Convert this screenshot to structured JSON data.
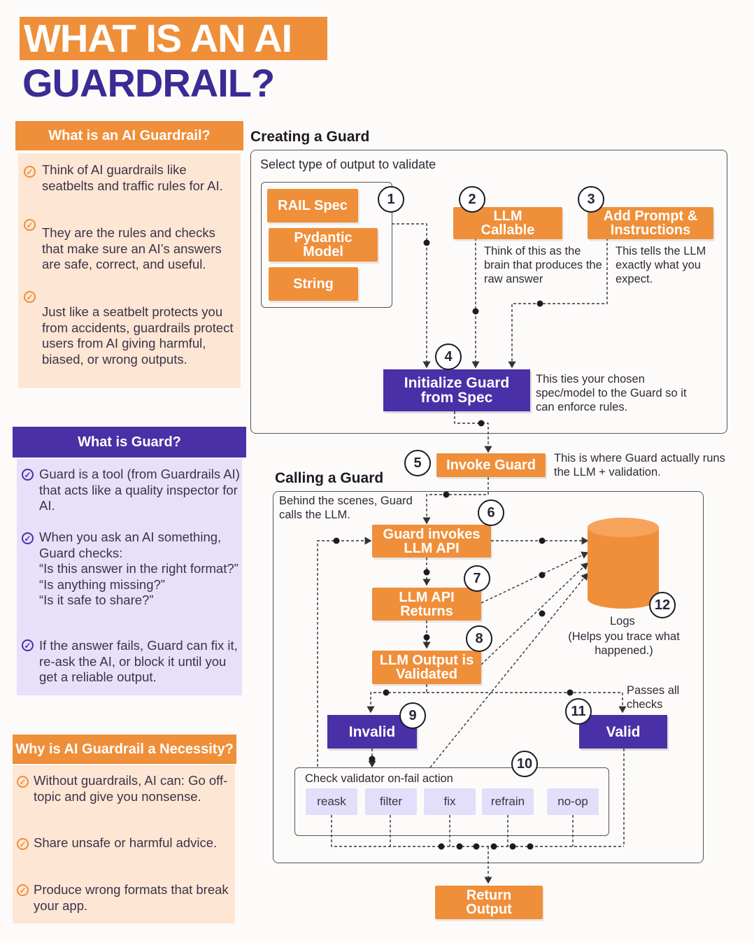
{
  "title": {
    "line1": "WHAT IS AN AI",
    "line2": "GUARDRAIL?"
  },
  "panels": {
    "what_is_guardrail": {
      "heading": "What is an AI Guardrail?",
      "bullets": [
        "Think of AI guardrails like seatbelts and traffic rules for AI.",
        "They are the rules and checks that make sure an AI’s answers are safe, correct, and useful.",
        "Just like a seatbelt protects you from accidents, guardrails protect users from AI giving harmful, biased, or wrong outputs."
      ]
    },
    "what_is_guard": {
      "heading": "What is Guard?",
      "bullets": [
        "Guard is a tool (from Guardrails AI) that acts like a quality inspector for AI.",
        "When you ask an AI something, Guard checks:\n“Is this answer in the right format?”\n“Is anything missing?”\n“Is it safe to share?”",
        "If the answer fails, Guard can fix it, re-ask the AI, or block it until you get a reliable output."
      ]
    },
    "why_necessity": {
      "heading": "Why is AI Guardrail a Necessity?",
      "bullets": [
        "Without guardrails, AI can: Go off-topic and give you nonsense.",
        "Share unsafe or harmful advice.",
        "Produce wrong formats that break your app."
      ]
    }
  },
  "creating": {
    "title": "Creating a Guard",
    "subtitle": "Select type of output to validate",
    "options": [
      "RAIL Spec",
      "Pydantic Model",
      "String"
    ],
    "llm_callable": "LLM Callable",
    "llm_callable_note": "Think of this as the brain that produces the raw answer",
    "add_prompt": "Add Prompt & Instructions",
    "add_prompt_note": "This tells the LLM exactly what you expect.",
    "init_guard": "Initialize Guard from Spec",
    "init_guard_note": "This ties your chosen spec/model to the Guard so it can enforce rules."
  },
  "invoke": {
    "label": "Invoke Guard",
    "note": "This is where Guard actually runs the LLM + validation."
  },
  "calling": {
    "title": "Calling a Guard",
    "behind_note": "Behind the scenes, Guard calls the LLM.",
    "guard_invokes": "Guard invokes LLM API",
    "llm_returns": "LLM API Returns",
    "validated": "LLM Output is Validated",
    "invalid": "Invalid",
    "valid": "Valid",
    "passes_note": "Passes all checks",
    "logs_title": "Logs",
    "logs_note": "(Helps you trace what happened.)",
    "onfail_label": "Check validator on-fail action",
    "actions": [
      "reask",
      "filter",
      "fix",
      "refrain",
      "no-op"
    ]
  },
  "return_output": "Return Output",
  "step_numbers": [
    "1",
    "2",
    "3",
    "4",
    "5",
    "6",
    "7",
    "8",
    "9",
    "10",
    "11",
    "12"
  ],
  "colors": {
    "orange": "#ef8f3a",
    "purple": "#4a30a6",
    "light_orange": "#fde6d4",
    "light_purple": "#e6e0fb"
  }
}
